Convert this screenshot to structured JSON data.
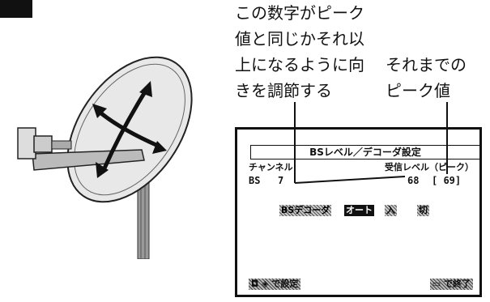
{
  "annotation_left": {
    "line1": "この数字がピーク",
    "line2": "値と同じかそれ以",
    "line3": "上になるように向",
    "line4": "きを調節する"
  },
  "annotation_right": {
    "line1": "それまでの",
    "line2": "ピーク値"
  },
  "screen": {
    "title": "BSレベル／デコーダ設定",
    "channel_header": "チャンネル",
    "level_header": "受信レベル（ピーク）",
    "band": "BS",
    "channel": "7",
    "level": "68",
    "peak": "[ 69]",
    "decoder_label": "BSデコーダ",
    "options": [
      "オート",
      "入",
      "切"
    ],
    "selected_option": "オート",
    "footer_left": "で設定",
    "footer_right": "で終了"
  }
}
